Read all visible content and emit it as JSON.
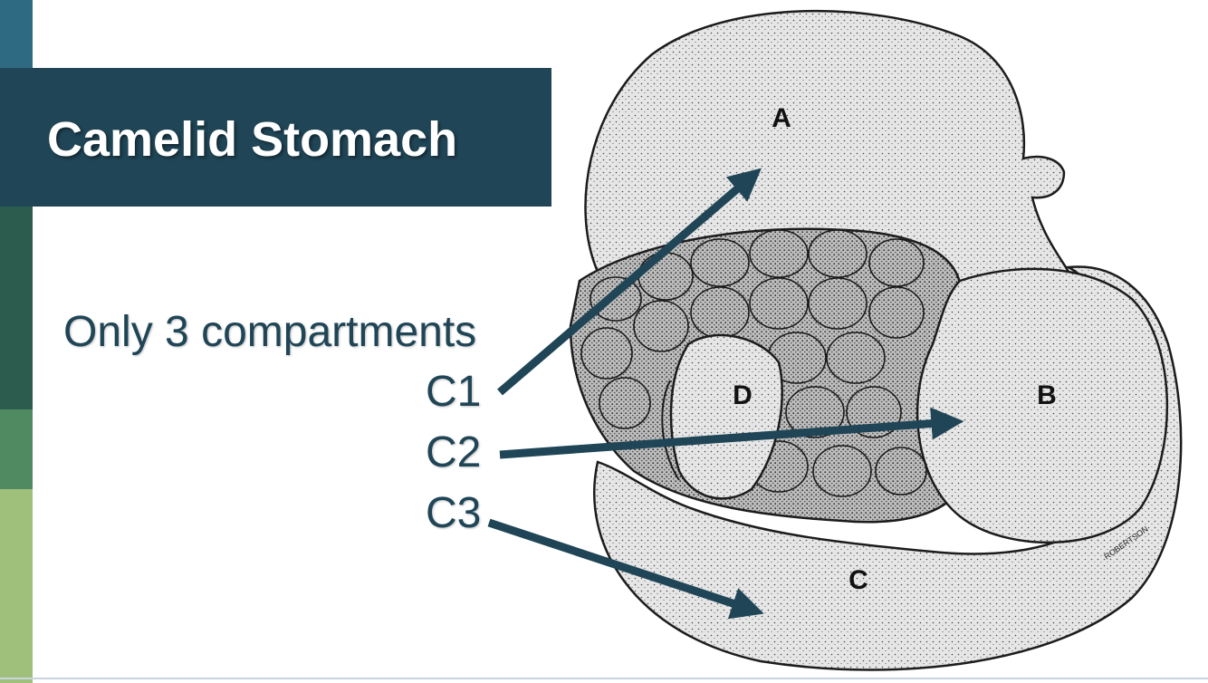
{
  "slide": {
    "title": "Camelid Stomach",
    "subtitle": "Only 3 compartments",
    "compartments": [
      "C1",
      "C2",
      "C3"
    ]
  },
  "illustration": {
    "labels": [
      "A",
      "B",
      "C",
      "D"
    ],
    "signature": "ROBERTSON"
  },
  "colors": {
    "title_band": "#1f4556",
    "text_accent": "#1f4556",
    "arrow": "#1f4556",
    "sidebar": [
      "#2f6a83",
      "#1f4556",
      "#2b5c4e",
      "#4f8a61",
      "#9fc07a"
    ]
  }
}
